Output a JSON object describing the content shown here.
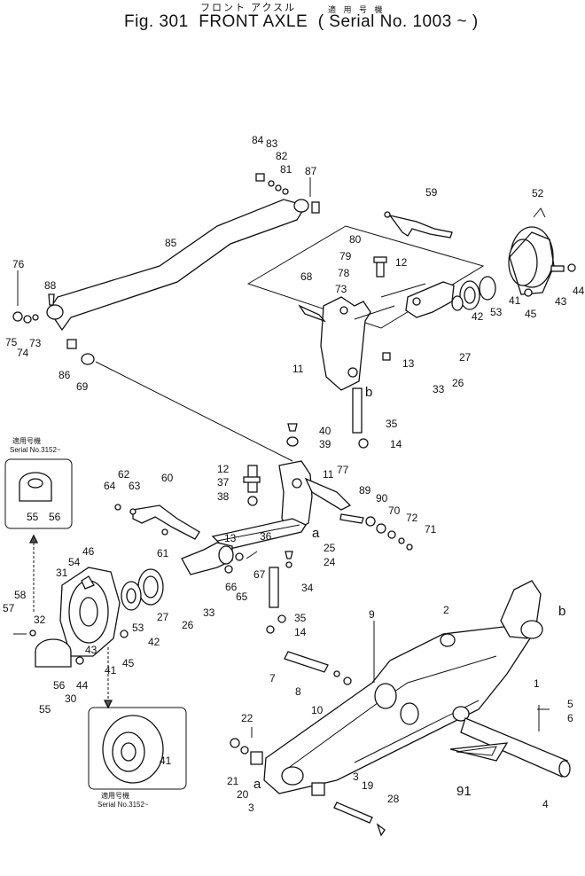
{
  "title": {
    "japanese": "フロント アクスル",
    "fig": "Fig. 301",
    "name": "FRONT AXLE",
    "serial_japanese": "適 用 号 機",
    "serial": "( Serial No. 1003 ~ )"
  },
  "inset_notes": {
    "top_left_jp": "適用号機",
    "top_left_serial": "Serial No.3152~",
    "bottom_jp": "適用号機",
    "bottom_serial": "Serial No.3152~"
  },
  "callouts": {
    "c84": "84",
    "c83": "83",
    "c82": "82",
    "c81": "81",
    "c87": "87",
    "c85": "85",
    "c76": "76",
    "c88": "88",
    "c75": "75",
    "c74": "74",
    "c73a": "73",
    "c86": "86",
    "c69": "69",
    "c59": "59",
    "c52": "52",
    "c80": "80",
    "c79": "79",
    "c12a": "12",
    "c78": "78",
    "c73b": "73",
    "c68": "68",
    "c44a": "44",
    "c43a": "43",
    "c45a": "45",
    "c41a": "41",
    "c53a": "53",
    "c42a": "42",
    "c27a": "27",
    "c26a": "26",
    "c33a": "33",
    "c13a": "13",
    "c11a": "11",
    "ba": "b",
    "c35a": "35",
    "c14a": "14",
    "c40": "40",
    "c39": "39",
    "c12b": "12",
    "c37": "37",
    "c38": "38",
    "c11b": "11",
    "c77": "77",
    "c62": "62",
    "c63": "63",
    "c64": "64",
    "c60": "60",
    "c89": "89",
    "c90": "90",
    "c70": "70",
    "c72": "72",
    "c71": "71",
    "c13b": "13",
    "c36": "36",
    "aa": "a",
    "c25": "25",
    "c24": "24",
    "c61": "61",
    "c46": "46",
    "c54": "54",
    "c31": "31",
    "c67": "67",
    "c66": "66",
    "c65": "65",
    "c34": "34",
    "c55a": "55",
    "c56a": "56",
    "c58": "58",
    "c57": "57",
    "c32": "32",
    "c53b": "53",
    "c27b": "27",
    "c42b": "42",
    "c26b": "26",
    "c33b": "33",
    "c43b": "43",
    "c45b": "45",
    "c44b": "44",
    "c41b": "41",
    "c56b": "56",
    "c30": "30",
    "c55b": "55",
    "c9": "9",
    "c2": "2",
    "bb": "b",
    "c35b": "35",
    "c14b": "14",
    "c7": "7",
    "c8": "8",
    "c10": "10",
    "c1": "1",
    "c5": "5",
    "c6": "6",
    "c22": "22",
    "c21": "21",
    "c20": "20",
    "ab": "a",
    "c3a": "3",
    "c3b": "3",
    "c19": "19",
    "c28": "28",
    "c91": "91",
    "c4": "4",
    "c41c": "41"
  }
}
